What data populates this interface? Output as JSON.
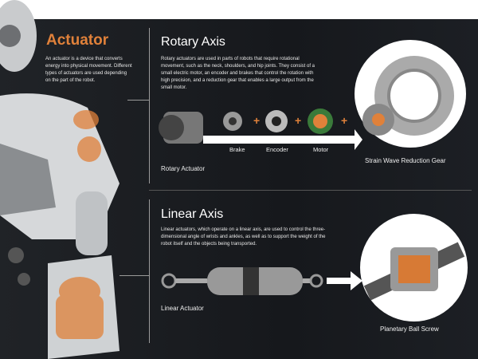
{
  "intro": {
    "title": "Actuator",
    "text": "An actuator is a device that converts energy into physical movement. Different types of actuators are used depending on the part of the robot."
  },
  "rotary": {
    "title": "Rotary Axis",
    "text": "Rotary actuators are used in parts of robots that require rotational movement, such as the neck, shoulders, and hip joints. They consist of a small electric motor, an encoder and brakes that control the rotation with high precision, and a reduction gear that enables a large output from the small motor.",
    "components": [
      "Brake",
      "Encoder",
      "Motor"
    ],
    "actuator_label": "Rotary Actuator",
    "gear_label": "Strain Wave Reduction Gear"
  },
  "linear": {
    "title": "Linear Axis",
    "text": "Linear actuators, which operate on a linear axis, are used to control the three-dimensional angle of wrists and ankles, as well as to support the weight of the robot itself and the objects being transported.",
    "actuator_label": "Linear Actuator",
    "screw_label": "Planetary Ball Screw"
  },
  "colors": {
    "accent": "#e0813a",
    "background": "#1b1d21"
  }
}
